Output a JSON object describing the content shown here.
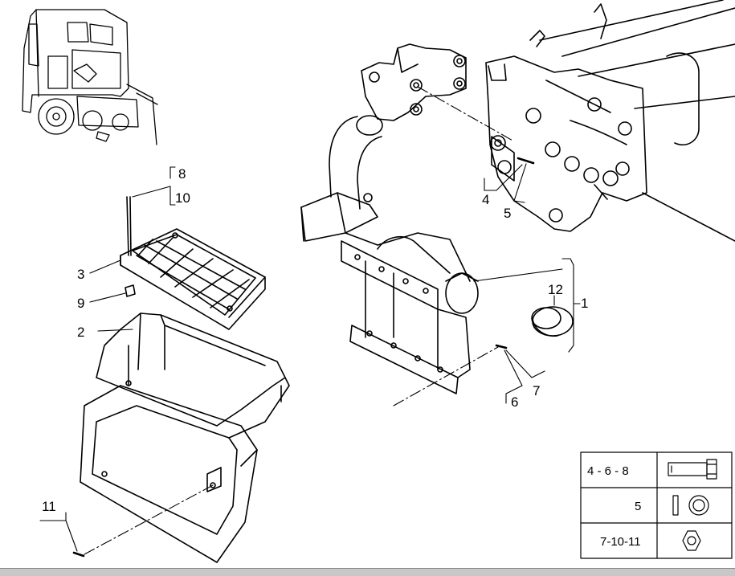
{
  "callouts": {
    "c1": "1",
    "c2": "2",
    "c3": "3",
    "c4": "4",
    "c5": "5",
    "c6": "6",
    "c7": "7",
    "c8": "8",
    "c9": "9",
    "c10": "10",
    "c11": "11",
    "c12": "12"
  },
  "legend": {
    "row1_label": "4 - 6 - 8",
    "row1_icon": "bolt-icon",
    "row2_label": "5",
    "row2_icon": "washer-icon",
    "row3_label": "7-10-11",
    "row3_icon": "nut-icon"
  }
}
